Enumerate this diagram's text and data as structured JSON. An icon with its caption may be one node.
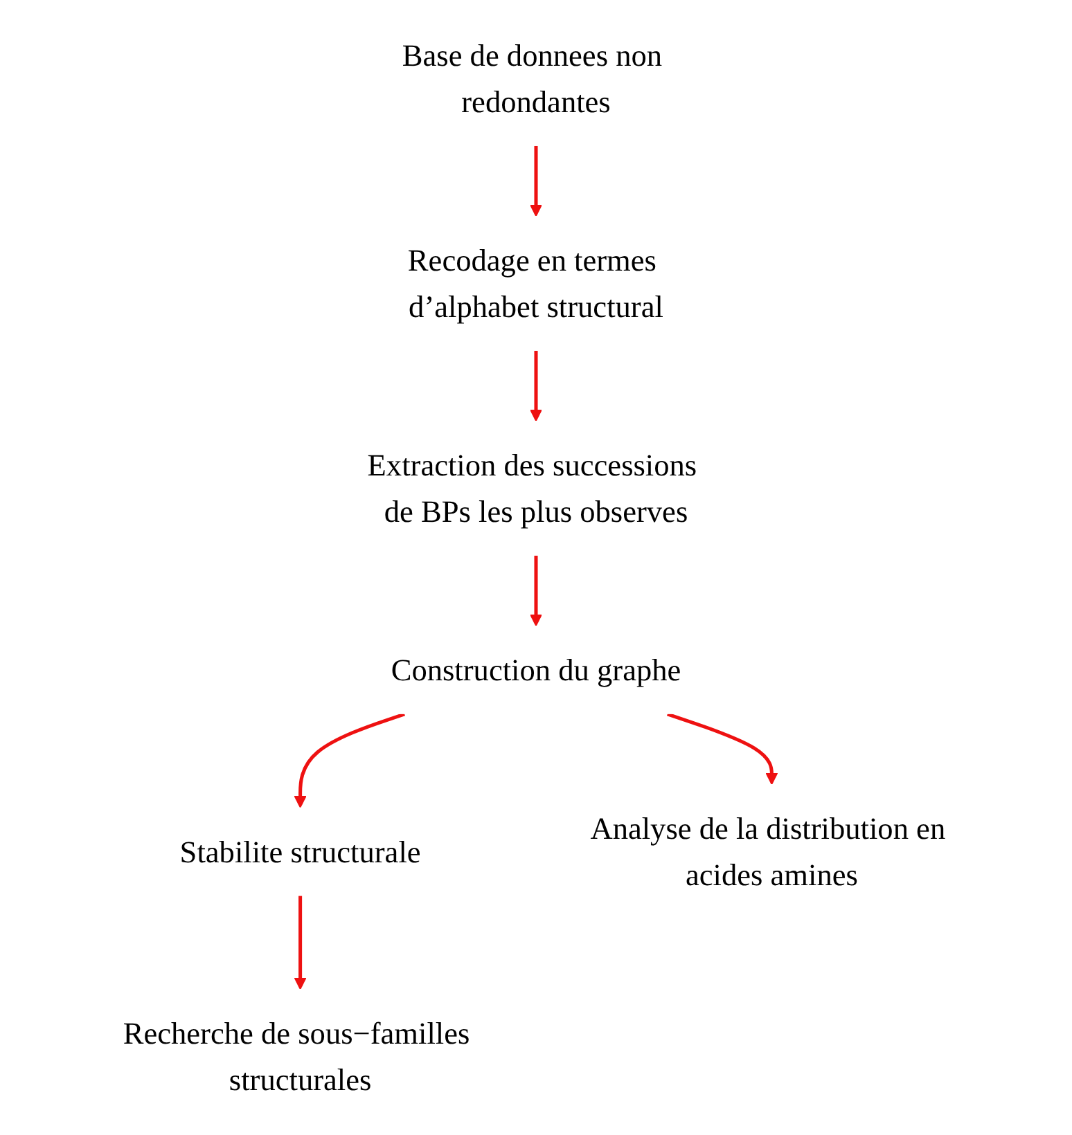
{
  "diagram": {
    "nodes": [
      {
        "text": [
          "Base de donnees non redondantes"
        ]
      },
      {
        "text": [
          "Recodage en termes d’alphabet structural"
        ]
      },
      {
        "text": [
          "Extraction des successions de BPs les plus observes"
        ]
      },
      {
        "text": [
          "Construction du graphe"
        ]
      },
      {
        "text": [
          "Stabilite structurale"
        ]
      },
      {
        "text": [
          "Analyse de la distribution en acides amines"
        ]
      },
      {
        "text": [
          "Recherche de sous−familles structurales"
        ]
      }
    ],
    "edges": [
      {
        "from": 0,
        "to": 1,
        "arrow": "to"
      },
      {
        "from": 1,
        "to": 2,
        "arrow": "to"
      },
      {
        "from": 2,
        "to": 3,
        "arrow": "to"
      },
      {
        "from": 3,
        "to": 4,
        "arrow": "to"
      },
      {
        "from": 3,
        "to": 5,
        "arrow": "to"
      },
      {
        "from": 4,
        "to": 6,
        "arrow": "to"
      }
    ]
  }
}
